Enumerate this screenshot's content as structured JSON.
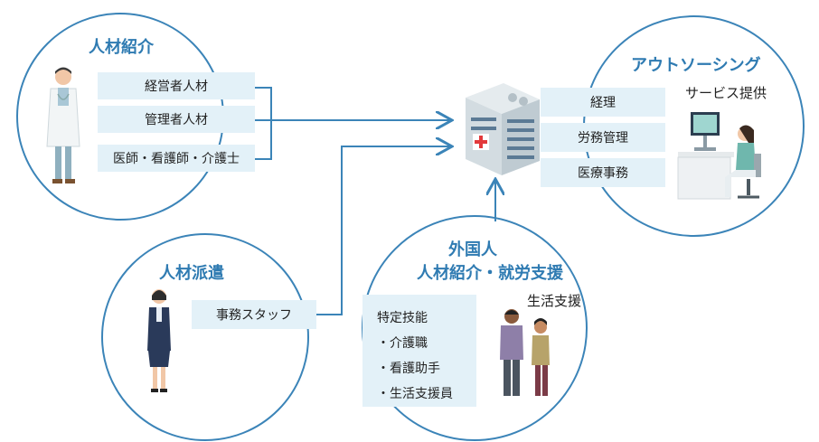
{
  "jinzai_shoukai": {
    "title": "人材紹介",
    "items": [
      "経営者人材",
      "管理者人材",
      "医師・看護師・介護士"
    ]
  },
  "haken": {
    "title": "人材派遣",
    "item": "事務スタッフ"
  },
  "gaikokujin": {
    "title_line1": "外国人",
    "title_line2": "人材紹介・就労支援",
    "list_title": "特定技能",
    "list_items": [
      "・介護職",
      "・看護助手",
      "・生活支援員"
    ],
    "support_label": "生活支援"
  },
  "outsourcing": {
    "title": "アウトソーシング",
    "items": [
      "経理",
      "労務管理",
      "医療事務"
    ],
    "service_label": "サービス提供"
  },
  "colors": {
    "accent": "#2f7bb2",
    "box_bg": "#e3f1f8",
    "line": "#3b84b8"
  },
  "icons": [
    "doctor-figure",
    "office-staff-figure",
    "foreign-workers-figure",
    "hospital-building-icon",
    "office-worker-at-computer-figure"
  ]
}
